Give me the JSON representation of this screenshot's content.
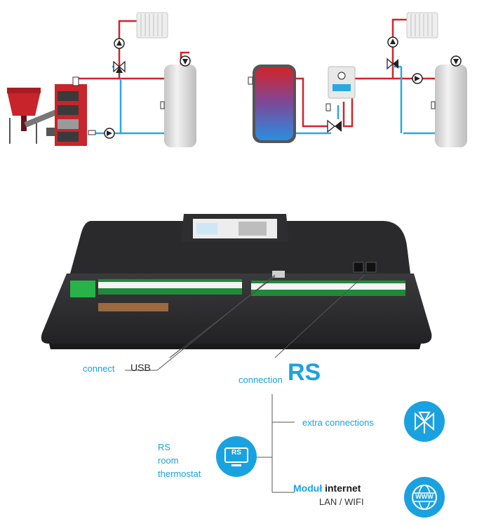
{
  "labels": {
    "connect": "connect",
    "usb": "USB",
    "connection": "connection",
    "rs": "RS",
    "extra_connections": "extra connections",
    "rs_room_thermostat": [
      "RS",
      "room",
      "thermostat"
    ],
    "modul_prefix": "Moduł",
    "modul_suffix": "internet",
    "lan_wifi": "LAN / WIFI",
    "panel_rs_icon": "RS",
    "www_icon": "WWW"
  },
  "colors": {
    "accent": "#1aa2e0",
    "pipe_hot": "#d2232a",
    "pipe_cold": "#2aa8e0",
    "device": "#2b2b2d"
  },
  "icons": [
    "valve-icon",
    "panel-rs-icon",
    "www-globe-icon"
  ]
}
